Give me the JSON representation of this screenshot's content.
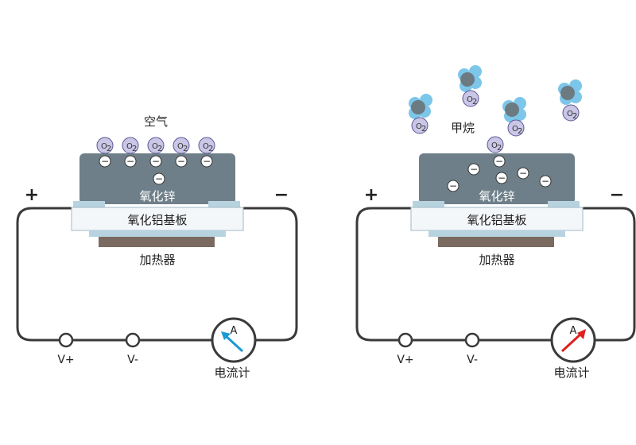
{
  "colors": {
    "wire": "#3a3a3a",
    "zinc_oxide": "#6e7f89",
    "alumina": "#f4f7f9",
    "alumina_border": "#9fb8c8",
    "electrode": "#b8d3e0",
    "heater": "#7a6a60",
    "o2_fill": "#c9c6e6",
    "o2_stroke": "#5a5596",
    "methane_carbon": "#6c7a82",
    "methane_hydrogen": "#7cc6ea",
    "needle_left": "#1a9ad6",
    "needle_right": "#e02020"
  },
  "left_panel": {
    "atmosphere_label": "空气",
    "sensor_layer": "氧化锌",
    "substrate": "氧化铝基板",
    "heater": "加热器",
    "plus": "+",
    "minus": "−",
    "terminal_pos": "V+",
    "terminal_neg": "V-",
    "meter_symbol": "A",
    "meter_label": "电流计",
    "o2_label": "O",
    "o2_sub": "2",
    "electron": "−"
  },
  "right_panel": {
    "atmosphere_label": "甲烷",
    "sensor_layer": "氧化锌",
    "substrate": "氧化铝基板",
    "heater": "加热器",
    "plus": "+",
    "minus": "−",
    "terminal_pos": "V+",
    "terminal_neg": "V-",
    "meter_symbol": "A",
    "meter_label": "电流计",
    "o2_label": "O",
    "o2_sub": "2",
    "electron": "−"
  }
}
